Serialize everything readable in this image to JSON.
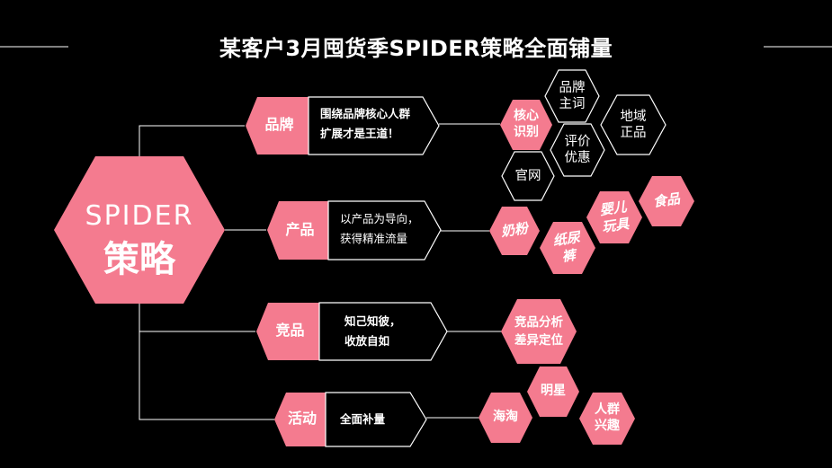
{
  "title": "某客户3月囤货季SPIDER策略全面铺量",
  "hub": {
    "line1": "SPIDER",
    "line2": "策略"
  },
  "branches": [
    {
      "label": "品牌",
      "desc": "围绕品牌核心人群\n扩展才是王道！",
      "nodes": [
        "核心\n识别",
        "品牌\n主词",
        "地域\n正品",
        "评价\n优惠",
        "官网"
      ]
    },
    {
      "label": "产品",
      "desc": "以产品为导向，\n获得精准流量",
      "nodes": [
        "奶粉",
        "纸尿\n裤",
        "婴儿\n玩具",
        "食品"
      ]
    },
    {
      "label": "竞品",
      "desc": "知己知彼，\n收放自如",
      "nodes": [
        "竞品分析\n差异定位"
      ]
    },
    {
      "label": "活动",
      "desc": "全面补量",
      "nodes": [
        "海淘",
        "明星",
        "人群\n兴趣"
      ]
    }
  ],
  "colors": {
    "pink": "#f47b8f",
    "background": "#000000",
    "line": "#ffffff",
    "text": "#ffffff"
  }
}
